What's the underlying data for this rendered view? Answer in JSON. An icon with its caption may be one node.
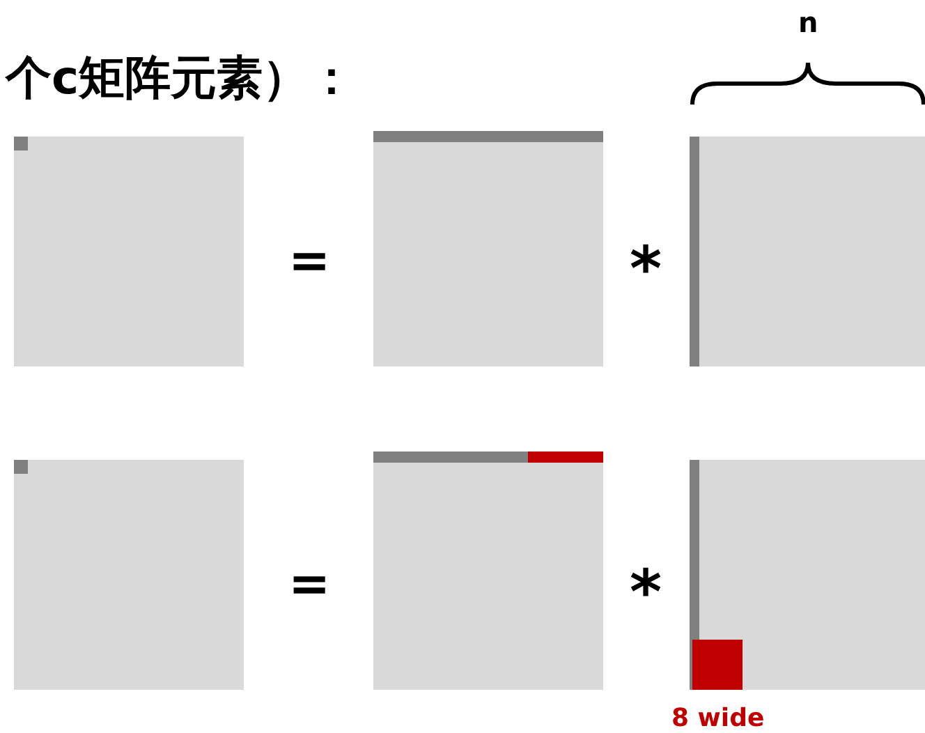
{
  "diagram": {
    "title": "个c矩阵元素）：",
    "labels": [
      "n",
      "=",
      "*",
      "=",
      "*",
      "8 wide"
    ]
  }
}
